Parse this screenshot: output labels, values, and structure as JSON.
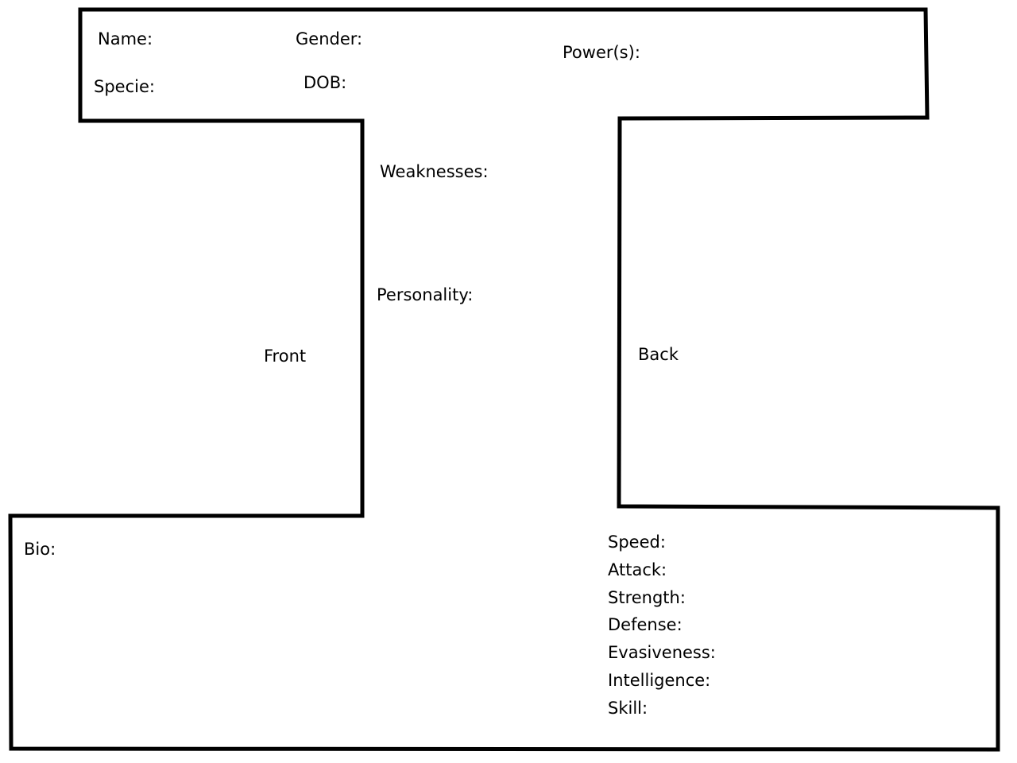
{
  "header": {
    "name_label": "Name:",
    "gender_label": "Gender:",
    "powers_label": "Power(s):",
    "specie_label": "Specie:",
    "dob_label": "DOB:"
  },
  "middle": {
    "weaknesses_label": "Weaknesses:",
    "personality_label": "Personality:"
  },
  "panels": {
    "front_label": "Front",
    "back_label": "Back"
  },
  "bio": {
    "label": "Bio:"
  },
  "stats": [
    {
      "label": "Speed:"
    },
    {
      "label": "Attack:"
    },
    {
      "label": "Strength:"
    },
    {
      "label": "Defense:"
    },
    {
      "label": "Evasiveness:"
    },
    {
      "label": "Intelligence:"
    },
    {
      "label": "Skill:"
    }
  ],
  "colors": {
    "outline": "#000000",
    "background": "#ffffff"
  }
}
